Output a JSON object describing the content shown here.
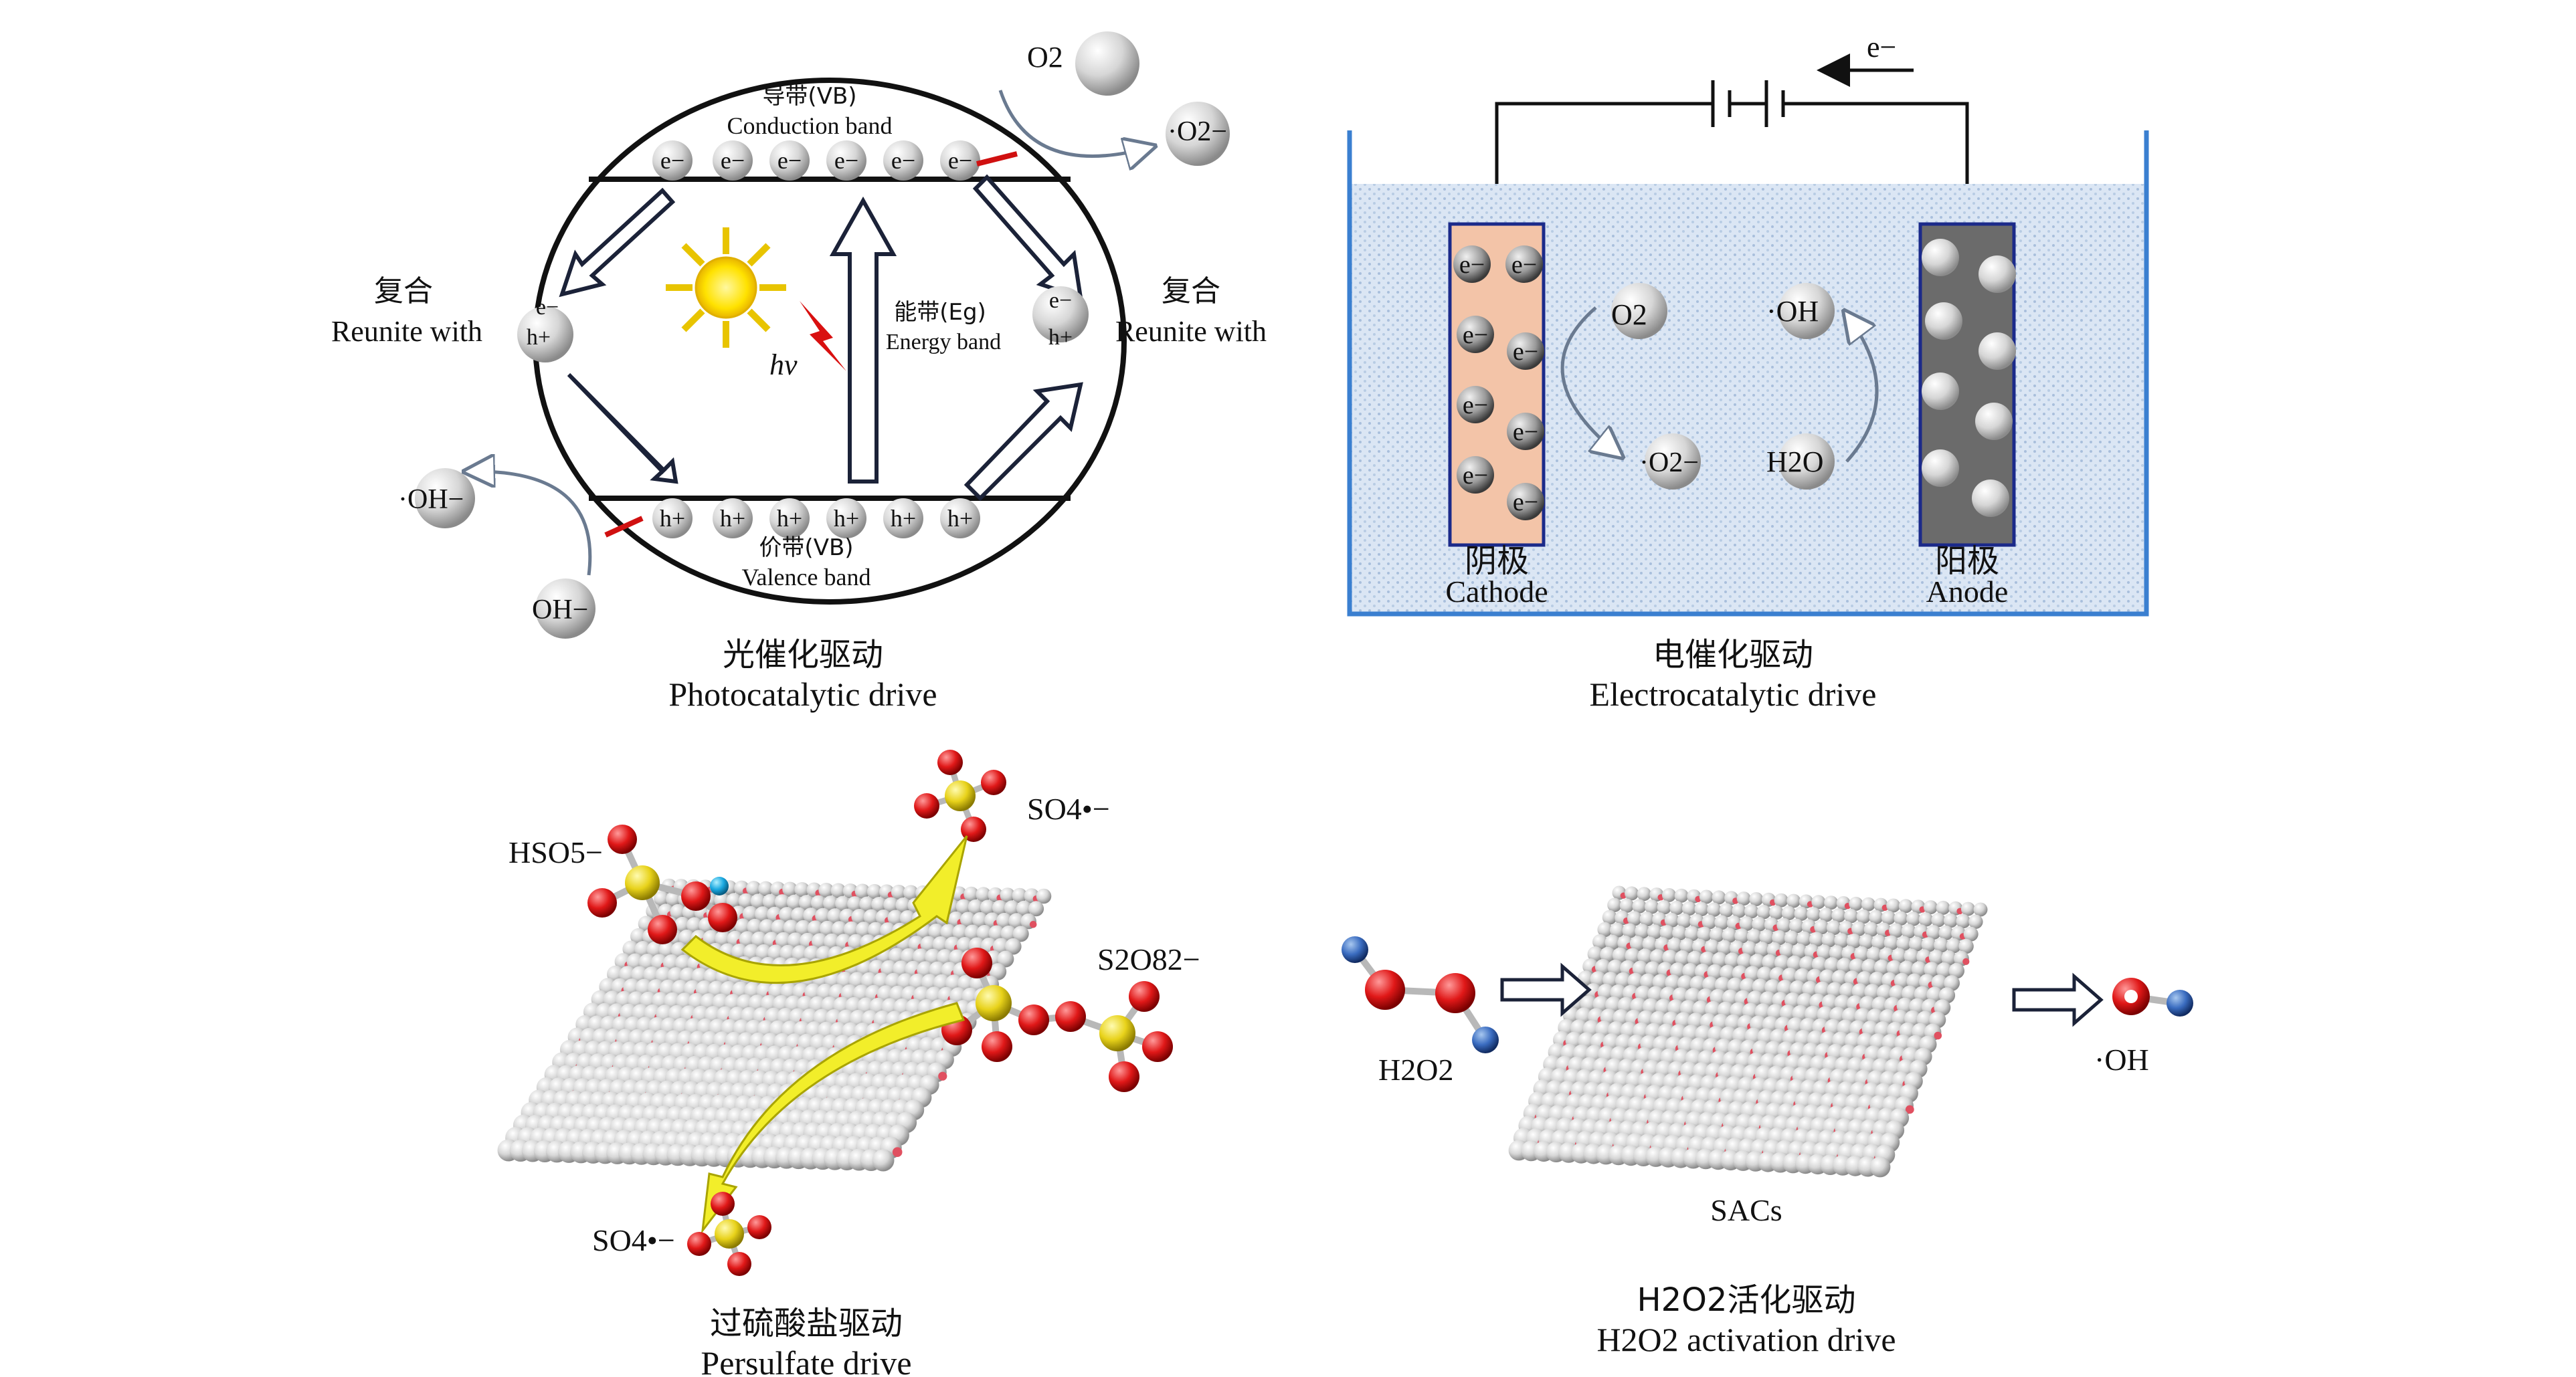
{
  "photocatalytic": {
    "conduction_cn": "导带(VB)",
    "conduction_en": "Conduction band",
    "valence_cn": "价带(VB)",
    "valence_en": "Valence band",
    "energy_cn": "能带(Eg)",
    "energy_en": "Energy band",
    "hv": "hv",
    "reunite_cn": "复合",
    "reunite_en": "Reunite with",
    "o2": "O2",
    "o2_radical": "·O2−",
    "oh_radical": "·OH−",
    "oh_minus": "OH−",
    "electron": "e−",
    "hole": "h+",
    "caption_cn": "光催化驱动",
    "caption_en": "Photocatalytic drive"
  },
  "electrocatalytic": {
    "electron": "e−",
    "o2": "O2",
    "o2_radical": "·O2−",
    "oh_radical": "·OH",
    "h2o": "H2O",
    "cathode_cn": "阴极",
    "cathode_en": "Cathode",
    "anode_cn": "阳极",
    "anode_en": "Anode",
    "caption_cn": "电催化驱动",
    "caption_en": "Electrocatalytic drive"
  },
  "persulfate": {
    "hso5": "HSO5−",
    "so4_top": "SO4•−",
    "s2o8": "S2O82−",
    "so4_bottom": "SO4•−",
    "caption_cn": "过硫酸盐驱动",
    "caption_en": "Persulfate drive"
  },
  "h2o2": {
    "h2o2": "H2O2",
    "oh_radical": "·OH",
    "sacs": "SACs",
    "caption_cn": "H2O2活化驱动",
    "caption_en": "H2O2 activation drive"
  },
  "colors": {
    "cathode": "#f3c4a8",
    "anode": "#6b6b6b",
    "electrolyte": "#c9d9ee",
    "tank_blue": "#3a7fd0",
    "sulfur": "#e8d21a",
    "oxygen": "#d81e1e",
    "nitrogen_blue": "#3a78c8",
    "sheet_atom": "#c8d8e4",
    "sheet_red": "#e05060",
    "yellow_arrow": "#f2ee2a"
  }
}
